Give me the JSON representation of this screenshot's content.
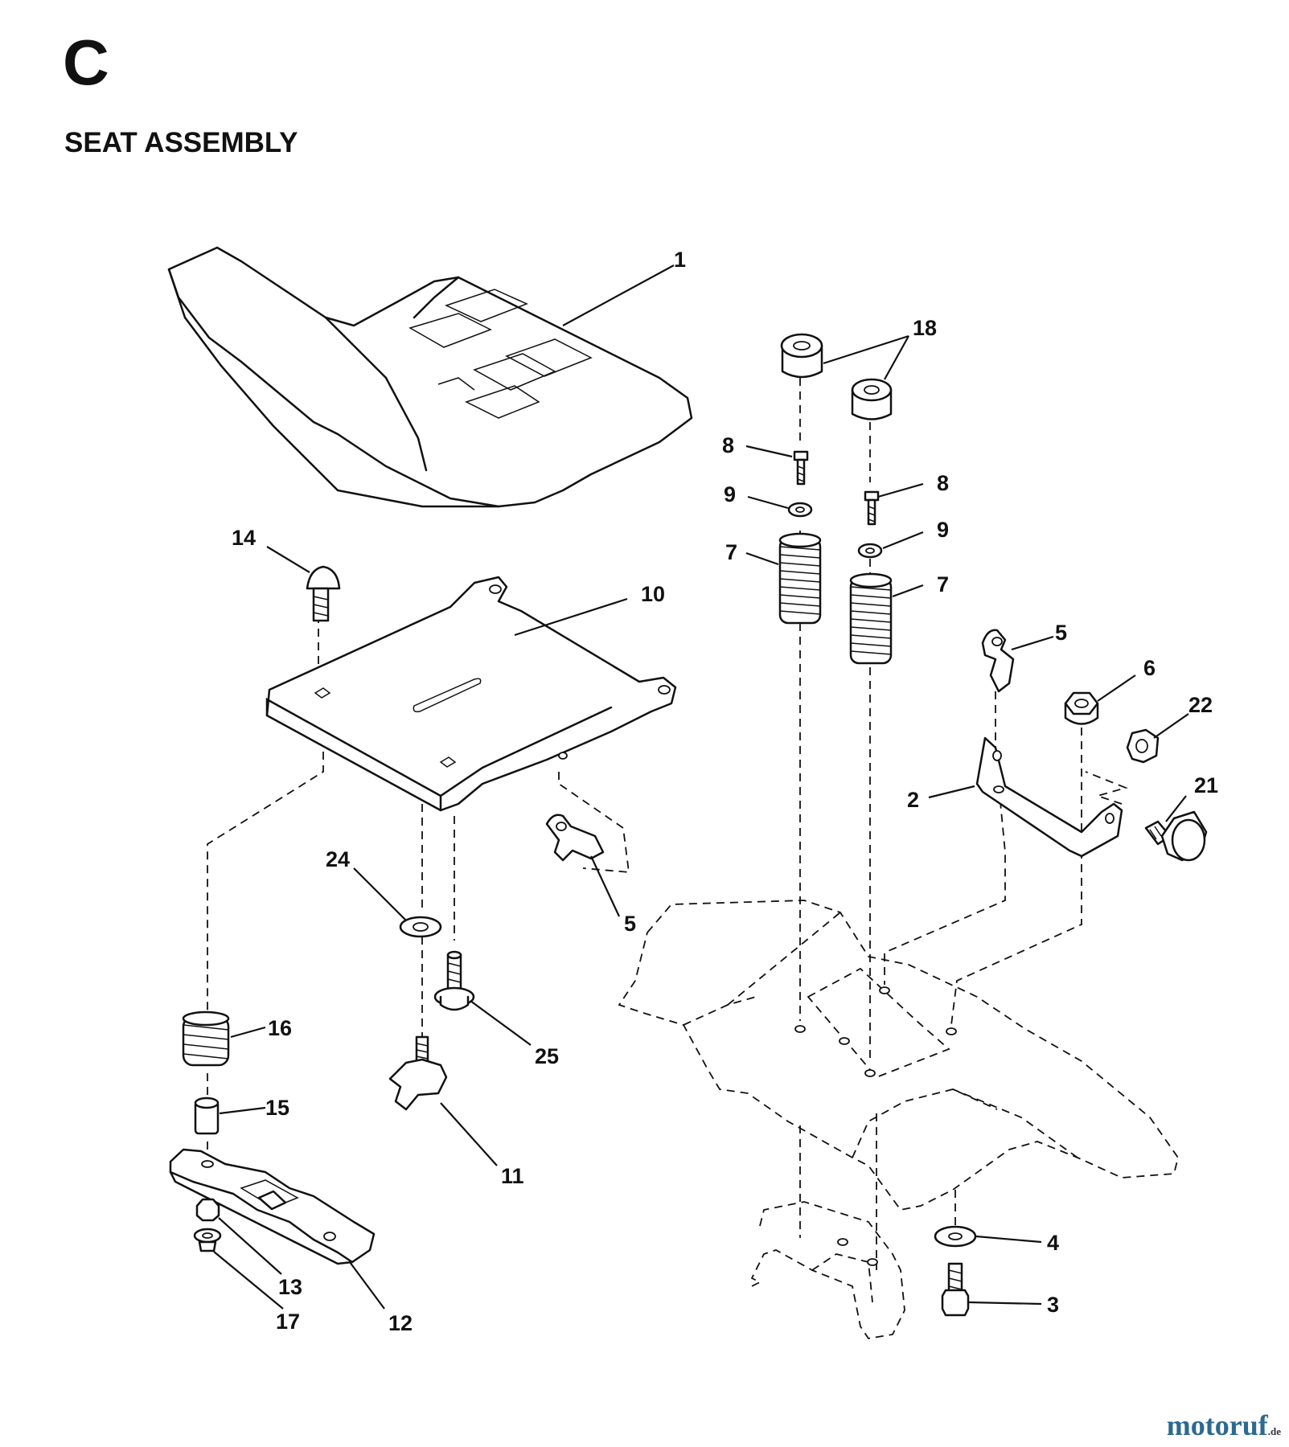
{
  "header": {
    "section_letter": "C",
    "title": "SEAT ASSEMBLY"
  },
  "callouts": {
    "seat": "1",
    "seat_pan": "10",
    "carriage_bolt_14": "14",
    "cap_18": "18",
    "bolt_8_left": "8",
    "bolt_8_right": "8",
    "washer_9_left": "9",
    "washer_9_right": "9",
    "spring_7_left": "7",
    "spring_7_right": "7",
    "clip_5_right": "5",
    "clip_5_left": "5",
    "nut_6": "6",
    "nut_22": "22",
    "bracket_2": "2",
    "bolt_21": "21",
    "washer_24": "24",
    "bolt_25": "25",
    "spring_16": "16",
    "spacer_15": "15",
    "knob_11": "11",
    "plate_12": "12",
    "nut_13": "13",
    "nut_17": "17",
    "washer_4": "4",
    "bolt_3": "3"
  },
  "watermark": {
    "brand": "motoruf",
    "tld": ".de"
  }
}
